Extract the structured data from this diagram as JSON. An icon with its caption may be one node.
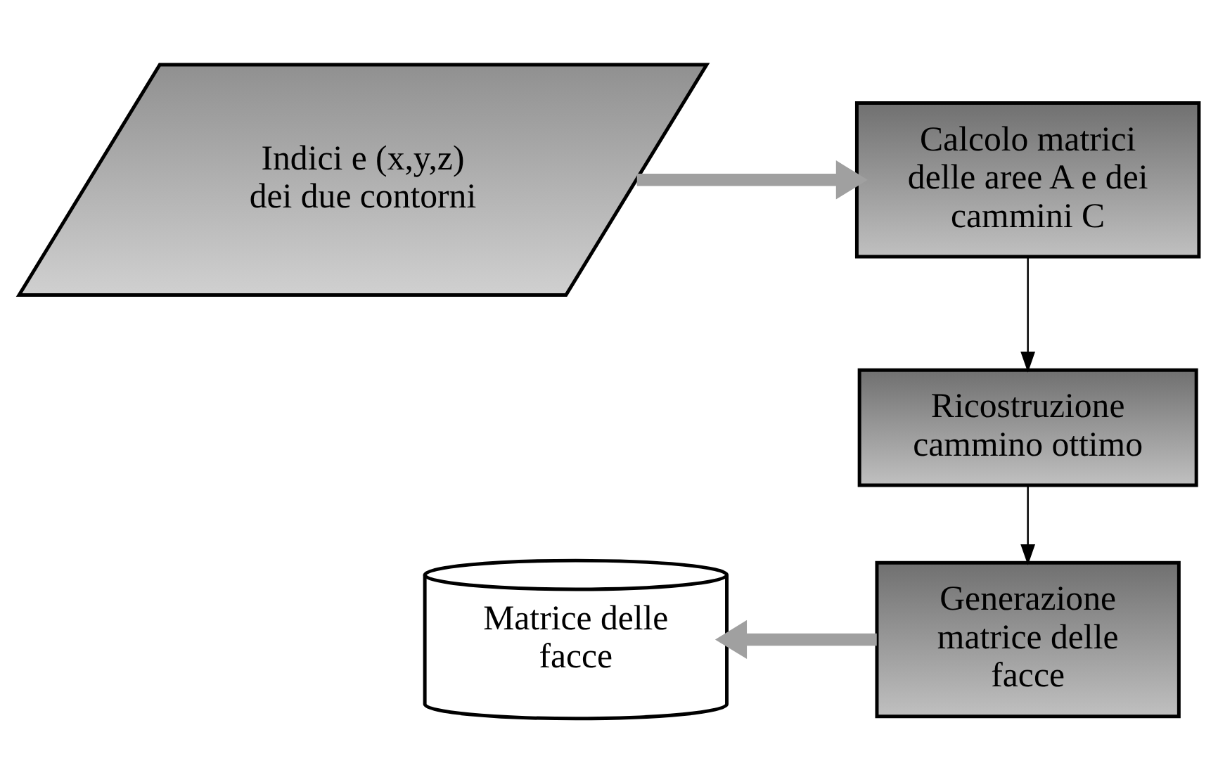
{
  "diagram": {
    "nodes": [
      {
        "text": [
          "Indici e (x,y,z) dei due contorni"
        ]
      },
      {
        "text": [
          "Calcolo matrici delle aree A e dei cammini C"
        ]
      },
      {
        "text": [
          "Ricostruzione cammino ottimo"
        ]
      },
      {
        "text": [
          "Generazione matrice delle facce"
        ]
      },
      {
        "text": [
          "Matrice delle facce"
        ]
      }
    ],
    "edges": [
      {
        "from": 0,
        "to": 1,
        "arrow": "to",
        "style": "thick",
        "color": "#a0a0a0"
      },
      {
        "from": 1,
        "to": 2,
        "arrow": "to",
        "color": "#000000"
      },
      {
        "from": 2,
        "to": 3,
        "arrow": "to",
        "color": "#000000"
      },
      {
        "from": 3,
        "to": 4,
        "arrow": "to",
        "style": "thick",
        "color": "#a0a0a0"
      }
    ]
  }
}
